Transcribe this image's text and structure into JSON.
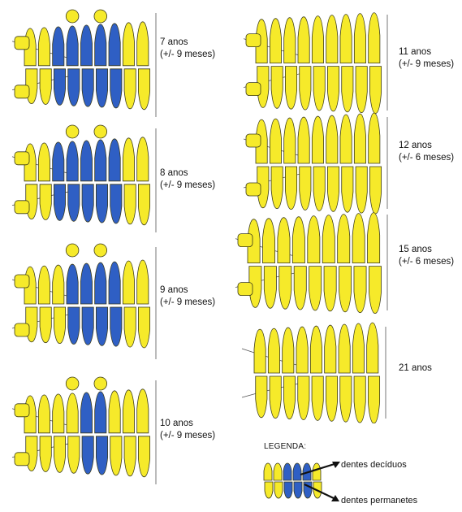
{
  "colors": {
    "permanent_tooth": "#f6ea2a",
    "deciduous_tooth": "#2f5fc4",
    "outline": "#3a3a1a",
    "gum_line": "#555555"
  },
  "stages": [
    {
      "age": "7 anos",
      "range": "(+/- 9 meses)",
      "deciduous_level": 1.0
    },
    {
      "age": "8 anos",
      "range": "(+/- 9 meses)",
      "deciduous_level": 0.85
    },
    {
      "age": "9 anos",
      "range": "(+/- 9 meses)",
      "deciduous_level": 0.6
    },
    {
      "age": "10 anos",
      "range": "(+/- 9 meses)",
      "deciduous_level": 0.3
    },
    {
      "age": "11 anos",
      "range": "(+/- 9 meses)",
      "deciduous_level": 0
    },
    {
      "age": "12 anos",
      "range": "(+/- 6 meses)",
      "deciduous_level": 0
    },
    {
      "age": "15 anos",
      "range": "(+/- 6 meses)",
      "deciduous_level": 0
    },
    {
      "age": "21 anos",
      "range": "",
      "deciduous_level": 0
    }
  ],
  "legend": {
    "title": "LEGENDA:",
    "deciduous": "dentes decíduos",
    "permanent": "dentes permanetes"
  }
}
